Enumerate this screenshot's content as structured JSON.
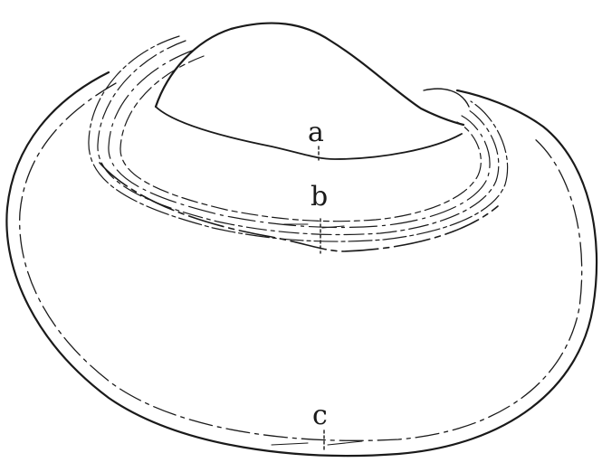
{
  "labels": {
    "a": "a",
    "b": "b",
    "c": "c"
  },
  "colors": {
    "line": "#1a1a1a",
    "background": "#ffffff"
  }
}
